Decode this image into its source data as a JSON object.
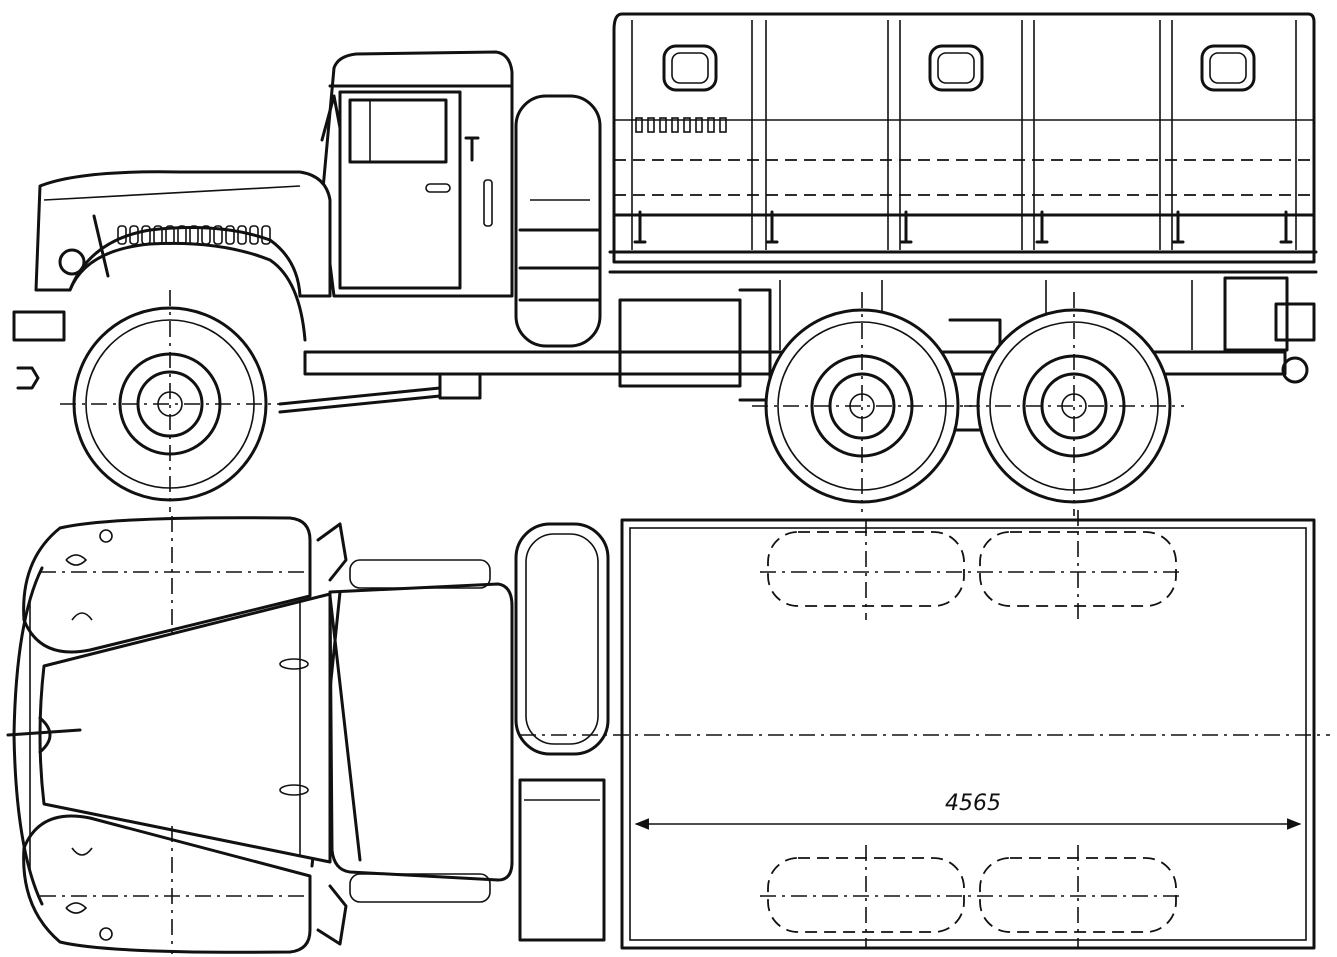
{
  "drawing": {
    "views": [
      "side-view",
      "top-view"
    ],
    "dimension_label": "4565"
  }
}
